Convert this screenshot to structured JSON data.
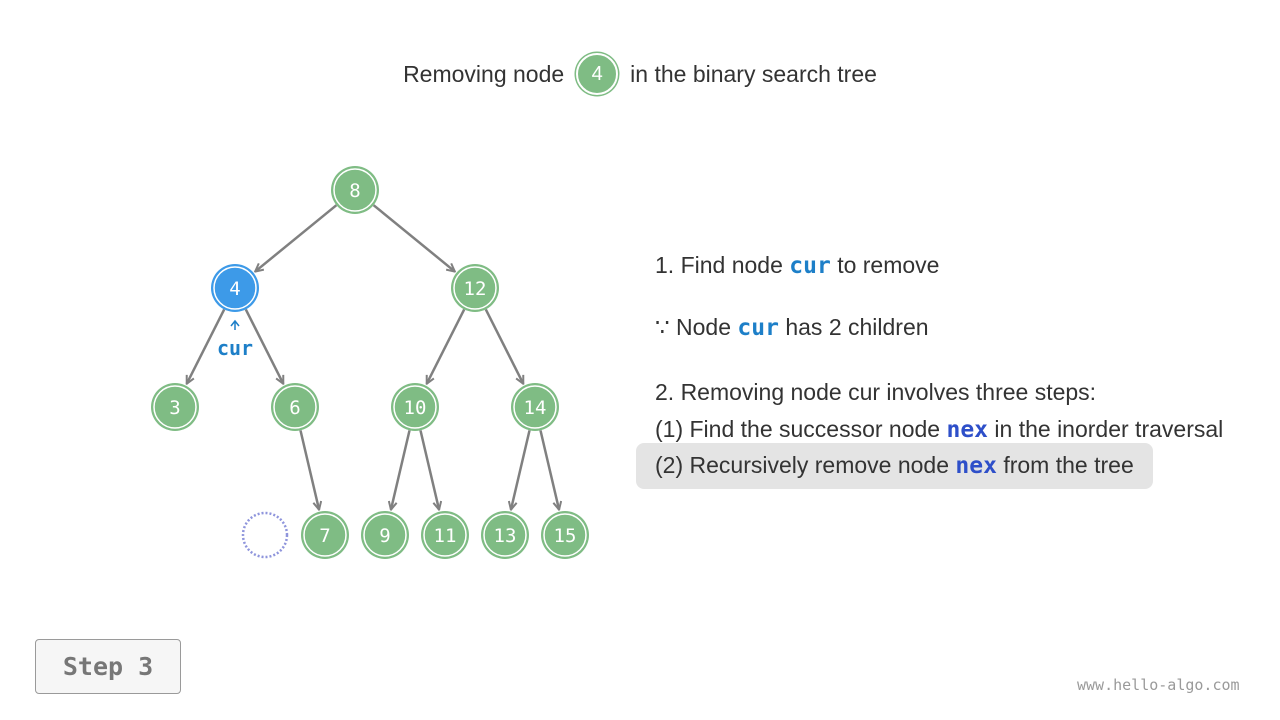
{
  "title": {
    "prefix": "Removing node",
    "node_value": "4",
    "suffix": "in the binary search tree"
  },
  "tree": {
    "nodes": [
      {
        "id": "n8",
        "label": "8",
        "state": "normal"
      },
      {
        "id": "n4",
        "label": "4",
        "state": "current"
      },
      {
        "id": "n12",
        "label": "12",
        "state": "normal"
      },
      {
        "id": "n3",
        "label": "3",
        "state": "normal"
      },
      {
        "id": "n6",
        "label": "6",
        "state": "normal"
      },
      {
        "id": "n10",
        "label": "10",
        "state": "normal"
      },
      {
        "id": "n14",
        "label": "14",
        "state": "normal"
      },
      {
        "id": "n7",
        "label": "7",
        "state": "normal"
      },
      {
        "id": "n9",
        "label": "9",
        "state": "normal"
      },
      {
        "id": "n11",
        "label": "11",
        "state": "normal"
      },
      {
        "id": "n13",
        "label": "13",
        "state": "normal"
      },
      {
        "id": "n15",
        "label": "15",
        "state": "normal"
      },
      {
        "id": "empty",
        "label": "",
        "state": "empty"
      }
    ],
    "edges": [
      [
        "n8",
        "n4"
      ],
      [
        "n8",
        "n12"
      ],
      [
        "n4",
        "n3"
      ],
      [
        "n4",
        "n6"
      ],
      [
        "n12",
        "n10"
      ],
      [
        "n12",
        "n14"
      ],
      [
        "n6",
        "n7"
      ],
      [
        "n10",
        "n9"
      ],
      [
        "n10",
        "n11"
      ],
      [
        "n14",
        "n13"
      ],
      [
        "n14",
        "n15"
      ]
    ],
    "pointer": {
      "label": "cur",
      "target": "n4"
    }
  },
  "steps": {
    "step1": {
      "before": "1. Find node ",
      "code": "cur",
      "after": " to remove"
    },
    "because": {
      "before": "∵ Node ",
      "code": "cur",
      "after": " has 2 children"
    },
    "step2": {
      "text": "2. Removing node cur involves three steps:"
    },
    "sub1": {
      "before": "(1) Find the successor node ",
      "code": "nex",
      "after": " in the inorder traversal"
    },
    "sub2": {
      "before": "(2) Recursively remove node ",
      "code": "nex",
      "after": " from the tree"
    }
  },
  "step_badge": "Step 3",
  "watermark": "www.hello-algo.com",
  "colors": {
    "node": "#7fbc84",
    "current": "#3d9ae8",
    "edge": "#808080",
    "cur_text": "#1d7fc8",
    "nex_text": "#2e4fc9",
    "empty_ring": "#8f95dc",
    "highlight": "#e4e4e4"
  }
}
